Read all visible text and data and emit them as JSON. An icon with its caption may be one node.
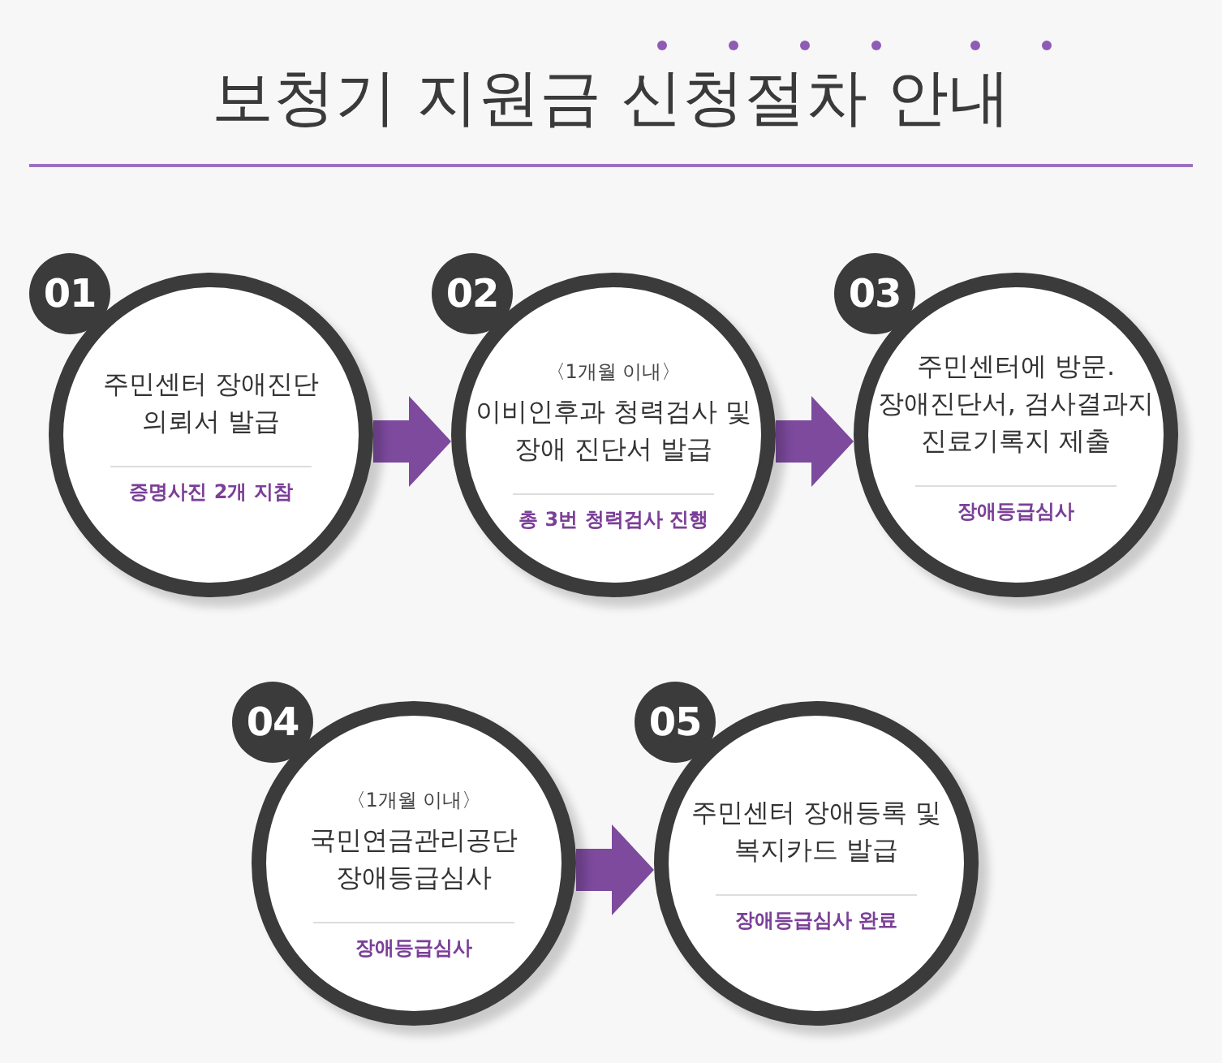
{
  "diagram": {
    "title": "보청기 지원금 **신청절차 안내**",
    "nodes": [
      {
        "text": [
          "01"
        ]
      },
      {
        "text": [
          "주민센터 장애진단 의뢰서 발급",
          "증명사진 2개 지참"
        ]
      },
      {
        "text": [
          "02"
        ]
      },
      {
        "text": [
          "〈1개월 이내〉",
          "이비인후과 청력검사 및 장애 진단서 발급",
          "총 3번 청력검사 진행"
        ]
      },
      {
        "text": [
          "03"
        ]
      },
      {
        "text": [
          "주민센터에 방문. 장애진단서, 검사결과지 진료기록지 제출",
          "장애등급심사"
        ]
      },
      {
        "text": [
          "04"
        ]
      },
      {
        "text": [
          "〈1개월 이내〉",
          "국민연금관리공단 장애등급심사",
          "장애등급심사"
        ]
      },
      {
        "text": [
          "05"
        ]
      },
      {
        "text": [
          "주민센터 장애등록 및 복지카드 발급",
          "장애등급심사 완료"
        ]
      }
    ],
    "edges": [
      {
        "from": 1,
        "to": 3,
        "arrow": "to",
        "style": "thick"
      },
      {
        "from": 3,
        "to": 5,
        "arrow": "to",
        "style": "thick"
      },
      {
        "from": 7,
        "to": 9,
        "arrow": "to",
        "style": "thick"
      }
    ]
  }
}
